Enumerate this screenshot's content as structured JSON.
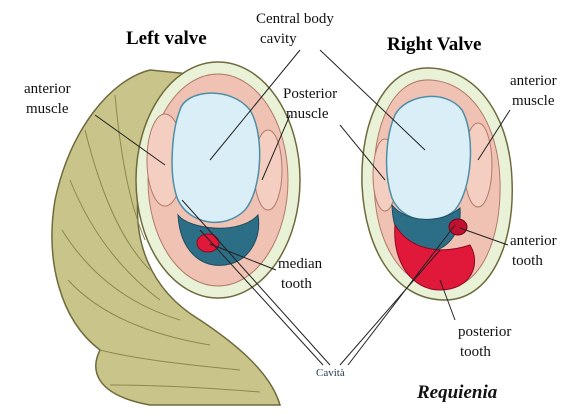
{
  "title_left": "Left valve",
  "title_right": "Right Valve",
  "genus": "Requienia",
  "labels": {
    "central_body_line1": "Central body",
    "central_body_line2": "cavity",
    "anterior_left_line1": "anterior",
    "anterior_left_line2": "muscle",
    "posterior_muscle_line1": "Posterior",
    "posterior_muscle_line2": "muscle",
    "anterior_right_line1": "anterior",
    "anterior_right_line2": "muscle",
    "median_tooth_line1": "median",
    "median_tooth_line2": "tooth",
    "anterior_tooth_line1": "anterior",
    "anterior_tooth_line2": "tooth",
    "posterior_tooth_line1": "posterior",
    "posterior_tooth_line2": "tooth",
    "cavita": "Cavità"
  },
  "colors": {
    "shell": "#c9c58a",
    "shell_dark": "#6e6a3c",
    "mantle": "#efc2b4",
    "cavity": "#d9eef7",
    "cavity_deep": "#2d6e87",
    "tooth": "#e0183a"
  }
}
